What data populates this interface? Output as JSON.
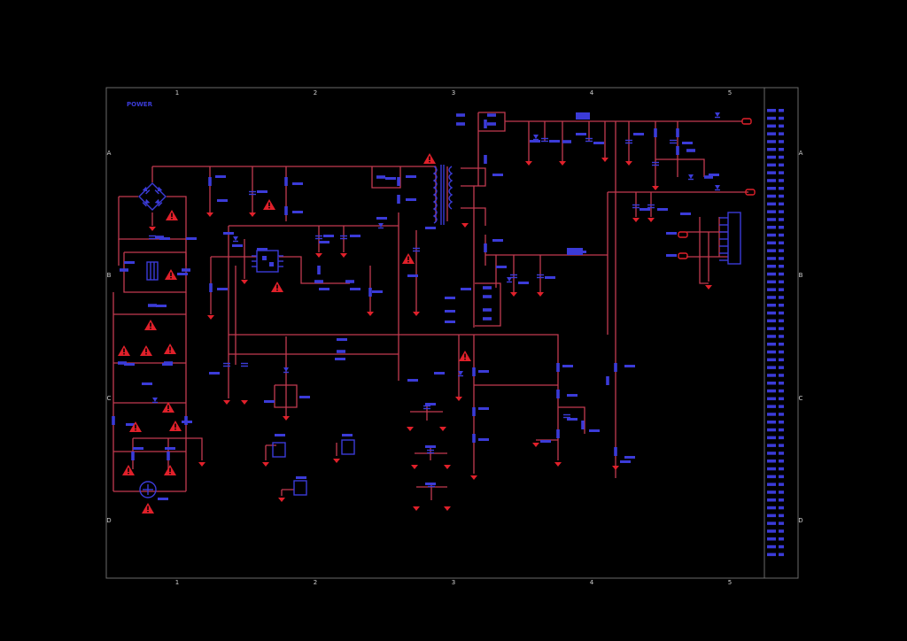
{
  "sheet": {
    "title": "POWER",
    "column_labels": [
      "1",
      "2",
      "3",
      "4",
      "5"
    ],
    "row_labels": [
      "A",
      "B",
      "C",
      "D"
    ]
  },
  "colors": {
    "background": "#000000",
    "wire": "#c23a50",
    "component": "#3b3bd8",
    "ground": "#e0202a",
    "warning": "#e0202a",
    "frame": "#6a6a6a"
  },
  "symbols": {
    "warning": "warning-triangle-icon",
    "ground": "ground-symbol-icon",
    "bridge": "bridge-rectifier-icon",
    "transformer": "transformer-icon",
    "ic": "ic-chip-icon",
    "connector": "connector-icon"
  }
}
